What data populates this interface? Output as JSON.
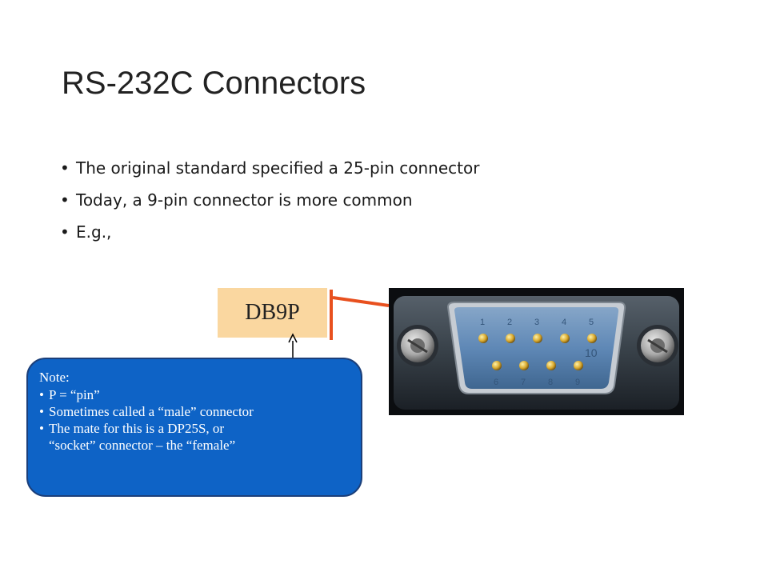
{
  "slide": {
    "title": "RS-232C Connectors",
    "bullets": [
      "The original standard specified a 25-pin connector",
      "Today, a 9-pin connector is more common",
      "E.g.,"
    ]
  },
  "label": {
    "text": "DB9P"
  },
  "connector_photo": {
    "pin_numbers_top": [
      "1",
      "2",
      "3",
      "4",
      "5"
    ],
    "pin_numbers_bottom": [
      "6",
      "7",
      "8",
      "9"
    ],
    "stamp": "10"
  },
  "note": {
    "title": "Note:",
    "items": [
      "P = “pin”",
      "Sometimes called a “male” connector",
      "The mate for this is a DP25S, or",
      "“socket” connector – the “female”"
    ]
  },
  "colors": {
    "note_fill": "#0e63c6",
    "label_fill": "#fad7a0",
    "bracket": "#e8501e"
  }
}
